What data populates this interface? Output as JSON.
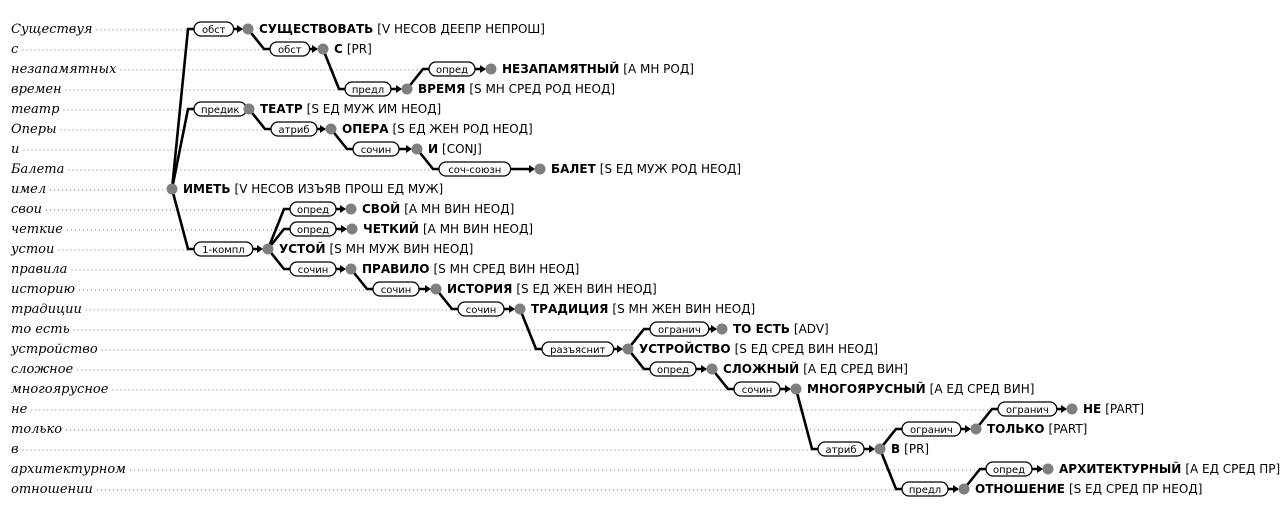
{
  "words": [
    "Существуя",
    "с",
    "незапамятных",
    "времен",
    "театр",
    "Оперы",
    "и",
    "Балета",
    "имел",
    "свои",
    "четкие",
    "устои",
    "правила",
    "историю",
    "традиции",
    "то есть",
    "устройство",
    "сложное",
    "многоярусное",
    "не",
    "только",
    "в",
    "архитектурном",
    "отношении"
  ],
  "tree": {
    "root": 8,
    "nodes": [
      {
        "row": 0,
        "lemma": "СУЩЕСТВОВАТЬ",
        "tags": "[V НЕСОВ ДЕЕПР НЕПРОШ]",
        "head": 8,
        "rel": "обст"
      },
      {
        "row": 1,
        "lemma": "С",
        "tags": "[PR]",
        "head": 0,
        "rel": "обст"
      },
      {
        "row": 2,
        "lemma": "НЕЗАПАМЯТНЫЙ",
        "tags": "[A МН РОД]",
        "head": 3,
        "rel": "опред"
      },
      {
        "row": 3,
        "lemma": "ВРЕМЯ",
        "tags": "[S МН СРЕД РОД НЕОД]",
        "head": 1,
        "rel": "предл"
      },
      {
        "row": 4,
        "lemma": "ТЕАТР",
        "tags": "[S ЕД МУЖ ИМ НЕОД]",
        "head": 8,
        "rel": "предик"
      },
      {
        "row": 5,
        "lemma": "ОПЕРА",
        "tags": "[S ЕД ЖЕН РОД НЕОД]",
        "head": 4,
        "rel": "атриб"
      },
      {
        "row": 6,
        "lemma": "И",
        "tags": "[CONJ]",
        "head": 5,
        "rel": "сочин"
      },
      {
        "row": 7,
        "lemma": "БАЛЕТ",
        "tags": "[S ЕД МУЖ РОД НЕОД]",
        "head": 6,
        "rel": "соч-союзн"
      },
      {
        "row": 8,
        "lemma": "ИМЕТЬ",
        "tags": "[V НЕСОВ ИЗЪЯВ ПРОШ ЕД МУЖ]",
        "head": null,
        "rel": null
      },
      {
        "row": 9,
        "lemma": "СВОЙ",
        "tags": "[A МН ВИН НЕОД]",
        "head": 11,
        "rel": "опред"
      },
      {
        "row": 10,
        "lemma": "ЧЕТКИЙ",
        "tags": "[A МН ВИН НЕОД]",
        "head": 11,
        "rel": "опред"
      },
      {
        "row": 11,
        "lemma": "УСТОЙ",
        "tags": "[S МН МУЖ ВИН НЕОД]",
        "head": 8,
        "rel": "1-компл"
      },
      {
        "row": 12,
        "lemma": "ПРАВИЛО",
        "tags": "[S МН СРЕД ВИН НЕОД]",
        "head": 11,
        "rel": "сочин"
      },
      {
        "row": 13,
        "lemma": "ИСТОРИЯ",
        "tags": "[S ЕД ЖЕН ВИН НЕОД]",
        "head": 12,
        "rel": "сочин"
      },
      {
        "row": 14,
        "lemma": "ТРАДИЦИЯ",
        "tags": "[S МН ЖЕН ВИН НЕОД]",
        "head": 13,
        "rel": "сочин"
      },
      {
        "row": 15,
        "lemma": "ТО ЕСТЬ",
        "tags": "[ADV]",
        "head": 16,
        "rel": "огранич"
      },
      {
        "row": 16,
        "lemma": "УСТРОЙСТВО",
        "tags": "[S ЕД СРЕД ВИН НЕОД]",
        "head": 14,
        "rel": "разъяснит"
      },
      {
        "row": 17,
        "lemma": "СЛОЖНЫЙ",
        "tags": "[A ЕД СРЕД ВИН]",
        "head": 16,
        "rel": "опред"
      },
      {
        "row": 18,
        "lemma": "МНОГОЯРУСНЫЙ",
        "tags": "[A ЕД СРЕД ВИН]",
        "head": 17,
        "rel": "сочин"
      },
      {
        "row": 19,
        "lemma": "НЕ",
        "tags": "[PART]",
        "head": 20,
        "rel": "огранич"
      },
      {
        "row": 20,
        "lemma": "ТОЛЬКО",
        "tags": "[PART]",
        "head": 21,
        "rel": "огранич"
      },
      {
        "row": 21,
        "lemma": "В",
        "tags": "[PR]",
        "head": 18,
        "rel": "атриб"
      },
      {
        "row": 22,
        "lemma": "АРХИТЕКТУРНЫЙ",
        "tags": "[A ЕД СРЕД ПР]",
        "head": 23,
        "rel": "опред"
      },
      {
        "row": 23,
        "lemma": "ОТНОШЕНИЕ",
        "tags": "[S ЕД СРЕД ПР НЕОД]",
        "head": 21,
        "rel": "предл"
      }
    ]
  }
}
